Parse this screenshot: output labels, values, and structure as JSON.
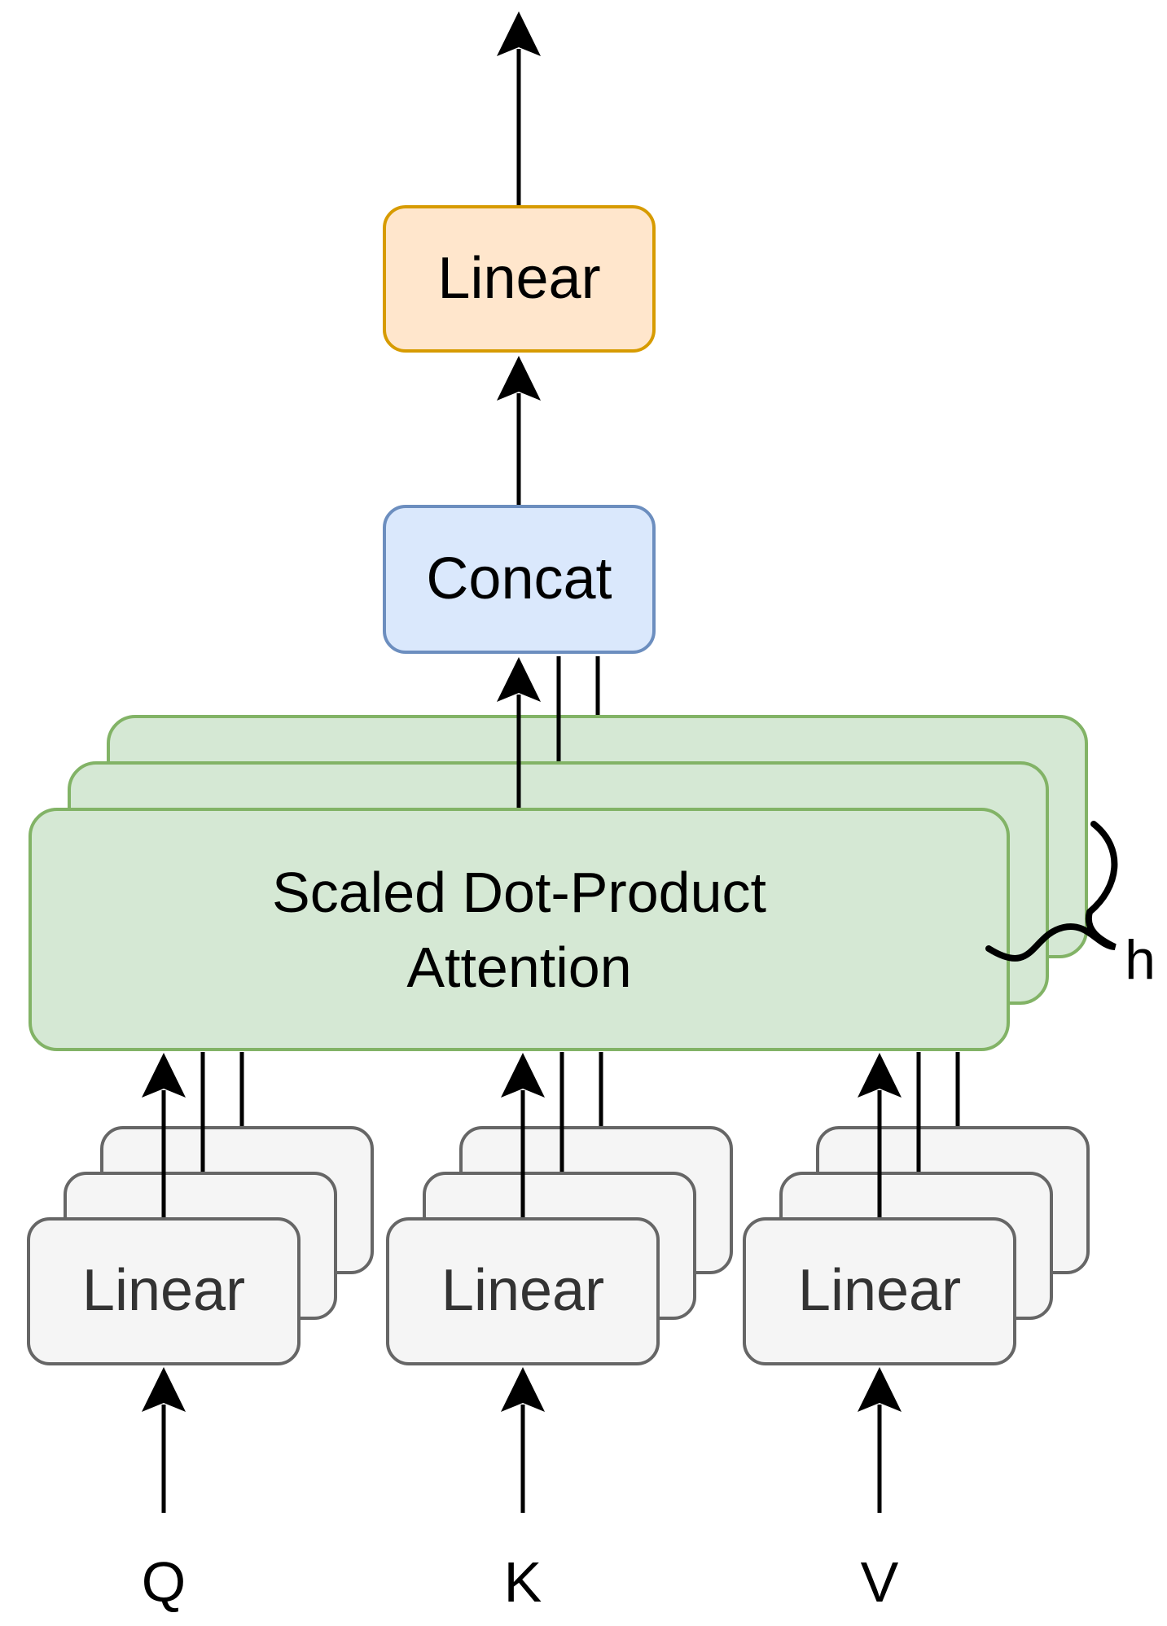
{
  "output_projection": {
    "label": "Linear"
  },
  "concat": {
    "label": "Concat"
  },
  "attention_heads": {
    "label_line1": "Scaled Dot-Product",
    "label_line2": "Attention",
    "head_count_label": "h",
    "stack_count": 3
  },
  "input_projections": [
    {
      "label": "Linear",
      "input_label": "Q"
    },
    {
      "label": "Linear",
      "input_label": "K"
    },
    {
      "label": "Linear",
      "input_label": "V"
    }
  ],
  "colors": {
    "output_linear_fill": "#FFE6CC",
    "output_linear_stroke": "#D79B00",
    "concat_fill": "#DAE8FC",
    "concat_stroke": "#6C8EBF",
    "attention_fill": "#D5E8D4",
    "attention_stroke": "#82B366",
    "projection_fill": "#F5F5F5",
    "projection_stroke": "#666666",
    "arrow": "#000000"
  }
}
